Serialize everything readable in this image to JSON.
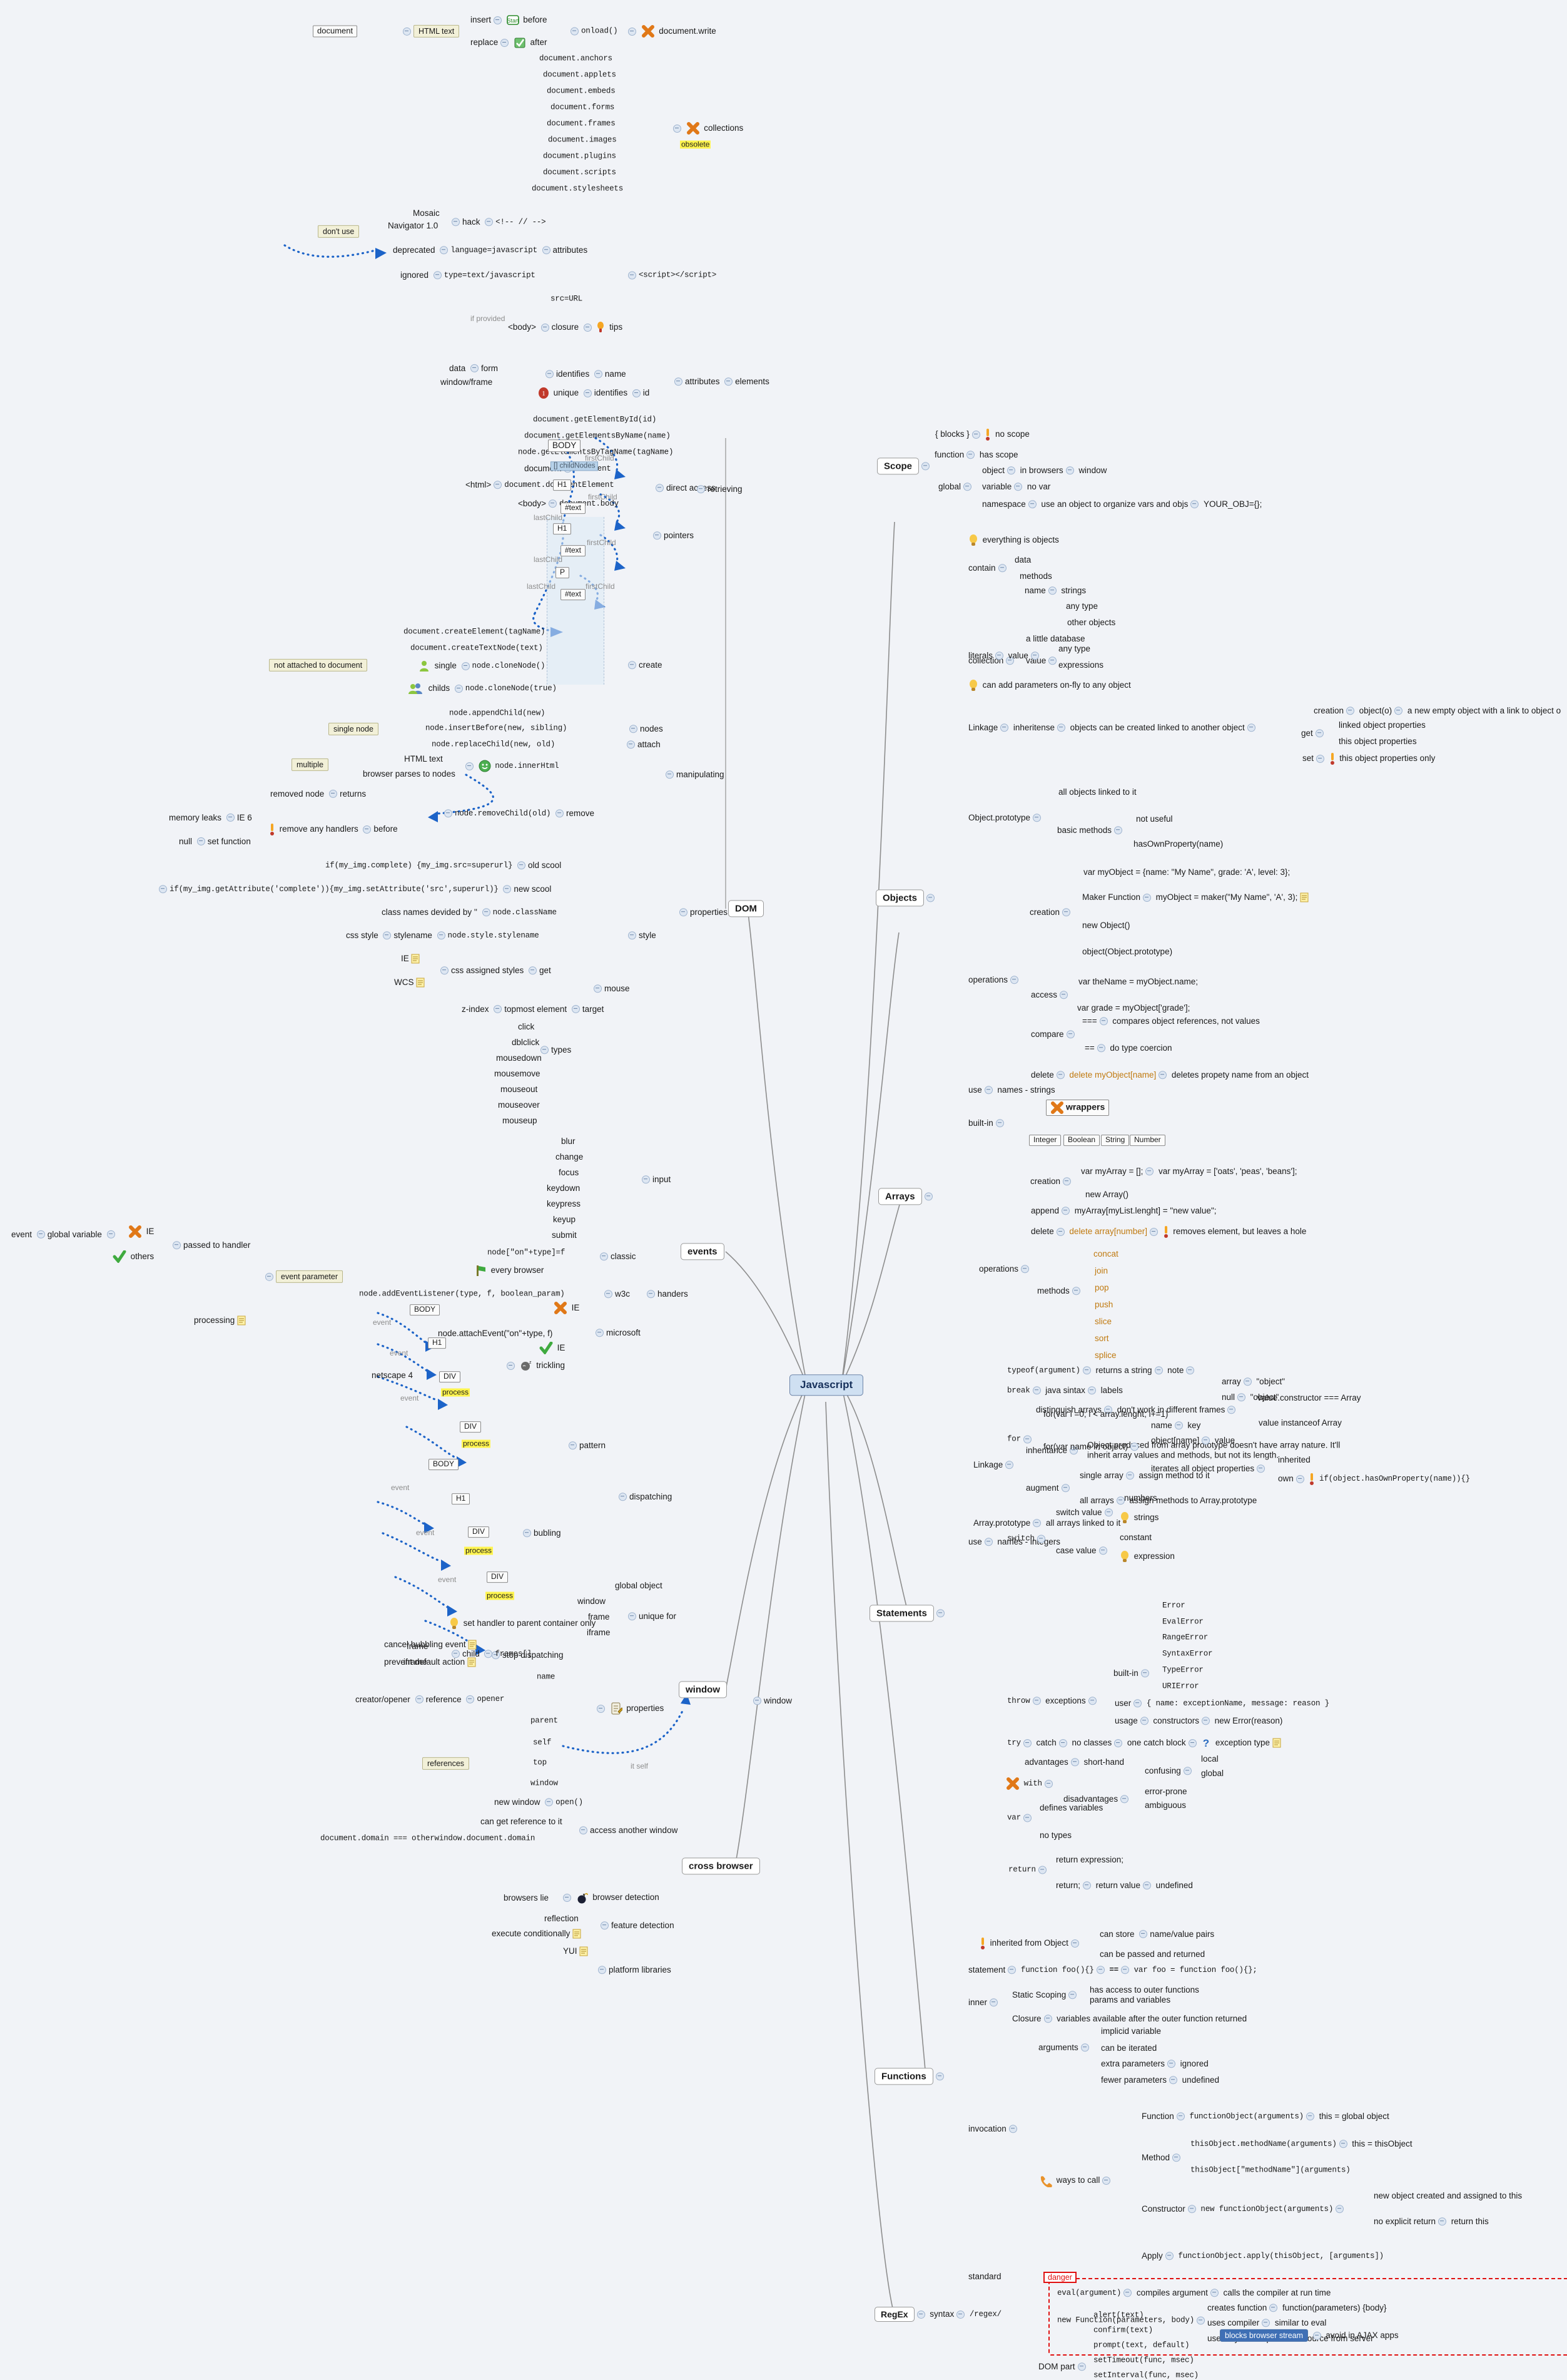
{
  "meta": {
    "title": "Javascript Mind Map",
    "root_label": "Javascript",
    "accent": "#cfe0f2",
    "root_border": "#6d84a8",
    "danger_color": "#e01010",
    "highlight_yellow": "#fff44f",
    "code_orange": "#c07a10"
  },
  "root": {
    "label": "Javascript"
  },
  "branches": {
    "dom": "DOM",
    "events": "events",
    "window": "window",
    "cross_browser": "cross browser",
    "scope": "Scope",
    "objects": "Objects",
    "arrays": "Arrays",
    "statements": "Statements",
    "functions": "Functions",
    "regex": "RegEx"
  },
  "dom": {
    "write": {
      "document": "document",
      "html_text": "HTML text",
      "insert": "insert",
      "start_icon": "start-flag-icon",
      "before": "before",
      "replace": "replace",
      "check_icon": "green-check-icon",
      "after": "after",
      "onload": "onload()",
      "x_icon": "orange-x-icon",
      "document_write": "document.write"
    },
    "collections": {
      "label": "collections",
      "x_icon": "orange-x-icon",
      "obsolete": "obsolete",
      "items": [
        "document.anchors",
        "document.applets",
        "document.embeds",
        "document.forms",
        "document.frames",
        "document.images",
        "document.plugins",
        "document.scripts",
        "document.stylesheets"
      ]
    },
    "script_tag": {
      "dont_use": "don't use",
      "mosaic": "Mosaic",
      "navigator": "Navigator 1.0",
      "hack": "hack",
      "comment": "<!-- // -->",
      "deprecated": "deprecated",
      "language": "language=javascript",
      "attributes": "attributes",
      "ignored": "ignored",
      "type": "type=text/javascript",
      "src": "src=URL",
      "if_provided": "if provided",
      "script_node": "<script></script>",
      "body": "<body>",
      "closure": "closure",
      "tips": "tips",
      "tip_icon": "lightbulb-hint-icon"
    },
    "identify": {
      "data": "data",
      "form": "form",
      "window_frame": "window/frame",
      "identifies_name": "identifies",
      "name": "name",
      "unique_icon": "red-one-icon",
      "unique": "unique",
      "identifies_id": "identifies",
      "id": "id",
      "attributes": "attributes",
      "elements": "elements"
    },
    "retrieving": {
      "label": "retrieving",
      "direct_access": "direct access",
      "pointers": "pointers",
      "methods": [
        "document.getElementById(id)",
        "document.getElementsByName(name)",
        "node.getElementsByTagName(tagName)"
      ],
      "direct": [
        {
          "left": "document",
          "right": "document"
        },
        {
          "left": "<html>",
          "right": "document.documentElement"
        },
        {
          "left": "<body>",
          "right": "document.body"
        }
      ],
      "tree": {
        "body": "BODY",
        "childnodes": "[] childNodes",
        "nodes": [
          "H1",
          "#text",
          "H1",
          "#text",
          "P",
          "#text"
        ],
        "firstChild": "firstChild",
        "lastChild": "lastChild"
      }
    },
    "manipulating": {
      "label": "manipulating",
      "nodes": "nodes",
      "create": "create",
      "attach": "attach",
      "remove": "remove",
      "properties": "properties",
      "style": "style",
      "not_attached": "not attached to document",
      "create_items": [
        "document.createElement(tagName)",
        "document.createTextNode(text)"
      ],
      "clone_single_icon": "single-person-icon",
      "clone_single": "single",
      "clone_single_code": "node.cloneNode()",
      "clone_childs_icon": "group-people-icon",
      "clone_childs": "childs",
      "clone_childs_code": "node.cloneNode(true)",
      "single_node": "single node",
      "attach_items": [
        "node.appendChild(new)",
        "node.insertBefore(new, sibling)",
        "node.replaceChild(new, old)"
      ],
      "multiple": "multiple",
      "html_text": "HTML text",
      "browser_parses": "browser parses to nodes",
      "smiley_icon": "green-smiley-icon",
      "inner_html": "node.innerHtml",
      "removed_node": "removed node",
      "returns": "returns",
      "remove_code": "node.removeChild(old)",
      "memory_leaks": "memory leaks",
      "ie6": "IE 6",
      "null": "null",
      "set_function": "set function",
      "warn_icon": "exclamation-icon",
      "remove_handlers": "remove any handlers",
      "before": "before",
      "old_scool_code": "if(my_img.complete) {my_img.src=superurl}",
      "old_scool": "old scool",
      "new_scool_code": "if(my_img.getAttribute('complete')){my_img.setAttribute('src',superurl)}",
      "new_scool": "new scool",
      "class_names": "class names devided by ''",
      "class_name_code": "node.className",
      "css_style": "css style",
      "stylename": "stylename",
      "style_code": "node.style.stylename",
      "ie": "IE",
      "wcs": "WCS",
      "note_icon": "note-icon",
      "css_assigned": "css assigned styles",
      "get": "get"
    }
  },
  "events": {
    "label": "events",
    "types": "types",
    "mouse": "mouse",
    "input": "input",
    "target": "target",
    "topmost": "topmost element",
    "zindex": "z-index",
    "mouse_items": [
      "click",
      "dblclick",
      "mousedown",
      "mousemove",
      "mouseout",
      "mouseover",
      "mouseup"
    ],
    "input_items": [
      "blur",
      "change",
      "focus",
      "keydown",
      "keypress",
      "keyup",
      "submit"
    ],
    "handers": "handers",
    "classic": "classic",
    "w3c": "w3c",
    "microsoft": "microsoft",
    "classic_code": "node[\"on\"+type]=f",
    "flag_icon": "green-flag-icon",
    "every_browser": "every browser",
    "w3c_code": "node.addEventListener(type, f, boolean_param)",
    "x_icon": "orange-x-icon",
    "ie": "IE",
    "ms_code": "node.attachEvent(\"on\"+type, f)",
    "check_icon": "green-check-icon",
    "event_parameter": "event parameter",
    "passed_to_handler": "passed to handler",
    "event": "event",
    "global_variable": "global variable",
    "others": "others",
    "processing": "processing",
    "note_icon": "note-icon",
    "dispatching": "dispatching",
    "pattern": "pattern",
    "trickling": "trickling",
    "trickling_icon": "sleeping-face-icon",
    "bubling": "bubling",
    "netscape4": "netscape 4",
    "tree_nodes": [
      "BODY",
      "H1",
      "DIV",
      "DIV"
    ],
    "process": "process",
    "event_label": "event",
    "bulb_icon": "lightbulb-hint-icon",
    "set_handler": "set handler to parent container only",
    "stop_dispatching": "stop dispatching",
    "cancel_bubbling": "cancel bubbling event",
    "prevent_default": "prevent default action"
  },
  "window": {
    "label": "window",
    "unique_for": "unique for",
    "global_object": "global object",
    "window": "window",
    "frame": "frame",
    "iframe": "iframe",
    "properties": "properties",
    "props_icon": "clipboard-pencil-icon",
    "child": "child",
    "frames_arr": "frames[]",
    "frame_a": "frame",
    "iframe_a": "iframe",
    "name": "name",
    "creator_opener": "creator/opener",
    "reference": "reference",
    "opener": "opener",
    "parent": "parent",
    "references": "references",
    "self": "self",
    "top": "top",
    "window_ref": "window",
    "it_self": "it self",
    "new_window": "new window",
    "open": "open()",
    "access_another": "access another window",
    "can_get_ref": "can get reference to it",
    "domain_code": "document.domain === otherwindow.document.domain"
  },
  "cross_browser": {
    "label": "cross browser",
    "browser_detection": "browser detection",
    "bomb_icon": "bomb-icon",
    "browsers_lie": "browsers lie",
    "feature_detection": "feature detection",
    "reflection": "reflection",
    "execute_conditionally": "execute conditionally",
    "note_icon": "note-icon",
    "platform_libraries": "platform libraries",
    "yui": "YUI"
  },
  "scope": {
    "label": "Scope",
    "blocks": "{ blocks }",
    "no_scope": "no scope",
    "warn_icon": "exclamation-icon",
    "function": "function",
    "has_scope": "has scope",
    "global": "global",
    "object": "object",
    "in_browsers": "in browsers",
    "window": "window",
    "variable": "variable",
    "no_var": "no var",
    "namespace": "namespace",
    "use_object": "use an object to organize vars and objs",
    "your_obj": "YOUR_OBJ={};"
  },
  "objects": {
    "label": "Objects",
    "bulb_icon": "lightbulb-hint-icon",
    "everything_is_objects": "everything is objects",
    "contain": "contain",
    "data": "data",
    "methods": "methods",
    "collection": "collection",
    "name": "name",
    "strings": "strings",
    "value": "value",
    "any_type": "any type",
    "other_objects": "other objects",
    "little_db": "a little database",
    "literals": "literals",
    "literals_value": "value",
    "literals_any_type": "any type",
    "expressions": "expressions",
    "add_params": "can add parameters on-fly to any object",
    "linkage": "Linkage",
    "inheritense": "inheritense",
    "linked_to_another": "objects can be created linked to another object",
    "creation": "creation",
    "object_o": "object(o)",
    "new_empty": "a new empty object with a link to object o",
    "get": "get",
    "linked_props": "linked object properties",
    "this_props": "this object properties",
    "set": "set",
    "this_props_only": "this object properties only",
    "object_prototype": "Object.prototype",
    "all_linked": "all objects linked to it",
    "basic_methods": "basic methods",
    "not_useful": "not useful",
    "has_own_property": "hasOwnProperty(name)",
    "operations": "operations",
    "op_creation": "creation",
    "literal_code": "var myObject = {name: \"My Name\", grade: 'A', level: 3};",
    "maker_function": "Maker Function",
    "maker_code": "myObject = maker(\"My Name\", 'A', 3);",
    "note_icon": "note-icon",
    "new_object": "new Object()",
    "object_proto_call": "object(Object.prototype)",
    "access": "access",
    "access_dot": "var theName = myObject.name;",
    "access_bracket": "var grade = myObject['grade'];",
    "compare": "compare",
    "triple_eq": "===",
    "compares_refs": "compares object references, not values",
    "double_eq": "==",
    "type_coercion": "do type coercion",
    "delete": "delete",
    "delete_code": "delete myObject[name]",
    "deletes_prop": "deletes propety name from an object",
    "use": "use",
    "names_strings": "names - strings",
    "built_in": "built-in",
    "x_icon": "orange-x-icon",
    "wrappers": "wrappers",
    "wrapper_items": [
      "Integer",
      "Boolean",
      "String",
      "Number"
    ]
  },
  "arrays": {
    "label": "Arrays",
    "creation": "creation",
    "literal_empty": "var myArray = [];",
    "literal_vals": "var myArray = ['oats', 'peas', 'beans'];",
    "new_array": "new Array()",
    "append": "append",
    "append_code": "myArray[myList.lenght] = \"new value\";",
    "delete": "delete",
    "delete_code": "delete array[number]",
    "warn_icon": "exclamation-icon",
    "leaves_hole": "removes element, but leaves a hole",
    "operations": "operations",
    "methods": "methods",
    "method_items": [
      "concat",
      "join",
      "pop",
      "push",
      "slice",
      "sort",
      "splice"
    ],
    "distinguish": "distinguish arrays",
    "dont_work": "don't work in different frames",
    "constructor_check": "value.constructor === Array",
    "instanceof_check": "value instanceof Array",
    "linkage": "Linkage",
    "inheritance": "inheritance",
    "inheritance_note": "Object produced from array prototype doesn't have array nature. It'll inherit array values and methods, but not its length.",
    "augment": "augment",
    "single_array": "single array",
    "assign_method": "assign method to it",
    "all_arrays": "all arrays",
    "assign_methods": "assign methods to Array.prototype",
    "array_prototype": "Array.prototype",
    "all_linked": "all arrays linked to it",
    "use": "use",
    "names_integers": "names - integers"
  },
  "statements": {
    "label": "Statements",
    "typeof": "typeof(argument)",
    "returns_string": "returns a string",
    "note": "note",
    "array": "array",
    "array_val": "\"object\"",
    "null": "null",
    "null_val": "\"object\"",
    "break": "break",
    "java_sintax": "java sintax",
    "labels": "labels",
    "for": "for",
    "for_classic": "for(var i =0; i < array.lenght; i+=1)",
    "for_in": "for(var name in object)",
    "name": "name",
    "key": "key",
    "object_name": "object[name]",
    "value": "value",
    "iterates": "iterates all object properties",
    "inherited": "inherited",
    "own": "own",
    "warn_icon": "exclamation-icon",
    "has_own_code": "if(object.hasOwnProperty(name)){}",
    "switch": "switch",
    "switch_value": "switch value",
    "numbers": "numbers",
    "bulb_icon": "lightbulb-hint-icon",
    "strings": "strings",
    "case_value": "case value",
    "constant": "constant",
    "expression": "expression",
    "throw": "throw",
    "exceptions": "exceptions",
    "built_in": "built-in",
    "error_items": [
      "Error",
      "EvalError",
      "RangeError",
      "SyntaxError",
      "TypeError",
      "URIError"
    ],
    "user": "user",
    "user_code": "{ name: exceptionName, message: reason }",
    "usage": "usage",
    "constructors": "constructors",
    "new_error": "new Error(reason)",
    "try": "try",
    "catch": "catch",
    "no_classes": "no classes",
    "one_catch": "one catch block",
    "question_icon": "question-mark-icon",
    "exception_type": "exception type",
    "note_icon": "note-icon",
    "with": "with",
    "x_icon": "orange-x-icon",
    "advantages": "advantages",
    "short_hand": "short-hand",
    "disadvantages": "disadvantages",
    "confusing": "confusing",
    "local": "local",
    "global": "global",
    "error_prone": "error-prone",
    "ambiguous": "ambiguous",
    "var": "var",
    "defines_variables": "defines variables",
    "no_types": "no types",
    "return": "return",
    "return_expr": "return expression;",
    "return_semi": "return;",
    "return_value": "return value",
    "undefined": "undefined"
  },
  "functions": {
    "label": "Functions",
    "warn_icon": "exclamation-icon",
    "inherited_from_object": "inherited from Object",
    "can_store": "can store",
    "name_value_pairs": "name/value pairs",
    "can_be_passed": "can be passed and returned",
    "statement": "statement",
    "fn_decl": "function foo(){}",
    "eq": "==",
    "fn_expr": "var foo = function foo(){};",
    "inner": "inner",
    "static_scoping": "Static Scoping",
    "outer_access": "has access to outer functions params and variables",
    "closure": "Closure",
    "closure_note": "variables available after the outer function returned",
    "invocation": "invocation",
    "arguments": "arguments",
    "implicid_variable": "implicid variable",
    "can_be_iterated": "can be iterated",
    "extra_parameters": "extra parameters",
    "ignored": "ignored",
    "fewer_parameters": "fewer parameters",
    "undefined": "undefined",
    "phone_icon": "phone-call-icon",
    "ways_to_call": "ways to call",
    "function": "Function",
    "function_code": "functionObject(arguments)",
    "this_global": "this = global object",
    "method": "Method",
    "method_code": "thisObject.methodName(arguments)",
    "this_thisobject": "this = thisObject",
    "method_bracket": "thisObject[\"methodName\"](arguments)",
    "constructor": "Constructor",
    "constructor_code": "new functionObject(arguments)",
    "new_object_assigned": "new object created and assigned to this",
    "no_explicit_return": "no explicit return",
    "return_this": "return this",
    "apply": "Apply",
    "apply_code": "functionObject.apply(thisObject, [arguments])",
    "standard": "standard",
    "danger": "danger",
    "eval": "eval(argument)",
    "compiles_argument": "compiles argument",
    "calls_compiler": "calls the compiler at run time",
    "new_function": "new Function(parameters, body)",
    "creates_function": "creates function",
    "fn_params_body": "function(parameters) {body}",
    "uses_compiler": "uses compiler",
    "similar_to_eval": "similar to eval",
    "fresh_source": "use only to compile fresh source from server",
    "dom_part": "DOM part",
    "dom_items": [
      "alert(text)",
      "confirm(text)",
      "prompt(text, default)",
      "setTimeout(func, msec)",
      "setInterval(func, msec)"
    ],
    "blocks_browser": "blocks browser stream",
    "avoid_ajax": "avoid in AJAX apps"
  },
  "regex": {
    "label": "RegEx",
    "syntax": "syntax",
    "pattern": "/regex/"
  }
}
